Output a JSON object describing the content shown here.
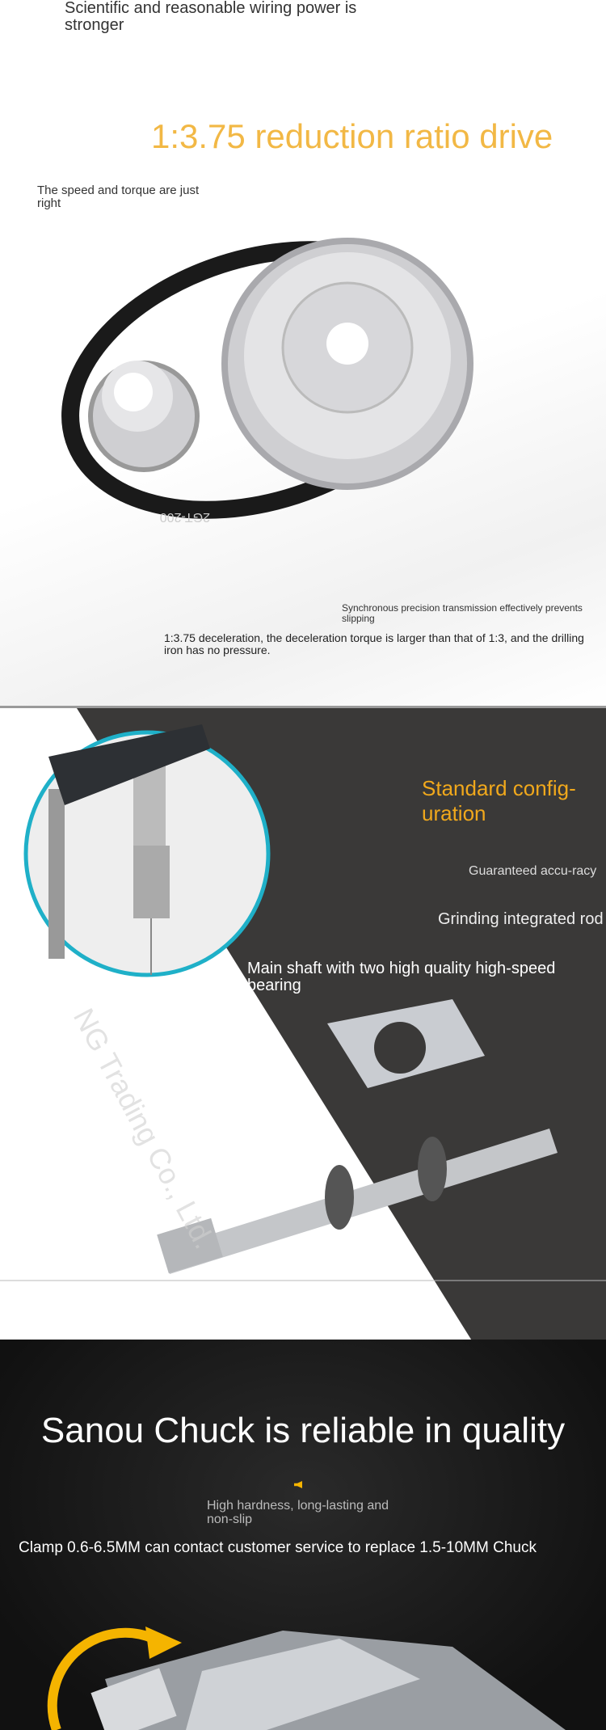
{
  "section1": {
    "intro": "Scientific and reasonable wiring power is stronger",
    "title": "1:3.75 reduction ratio drive",
    "subtitle": "The speed and torque are just right",
    "belt_marking": "2GT-200",
    "note_small": "Synchronous precision transmission effectively prevents slipping",
    "note": "1:3.75 deceleration, the deceleration torque is larger than that of 1:3, and the drilling iron has no pressure.",
    "title_color": "#f2b845"
  },
  "section2": {
    "heading": "Standard config-uration",
    "feature1": "Guaranteed accu-racy",
    "feature2": "Grinding integrated rod",
    "feature3": "Main shaft with two high quality high-speed bearing",
    "watermark": "NG Trading Co., Ltd.",
    "heading_color": "#f0a81c",
    "circle_color": "#1fb0c8"
  },
  "section3": {
    "title": "Sanou Chuck is reliable in quality",
    "feature": "High hardness, long-lasting and non-slip",
    "note": "Clamp 0.6-6.5MM can contact customer service to replace 1.5-10MM Chuck",
    "accent_color": "#f5b400"
  }
}
